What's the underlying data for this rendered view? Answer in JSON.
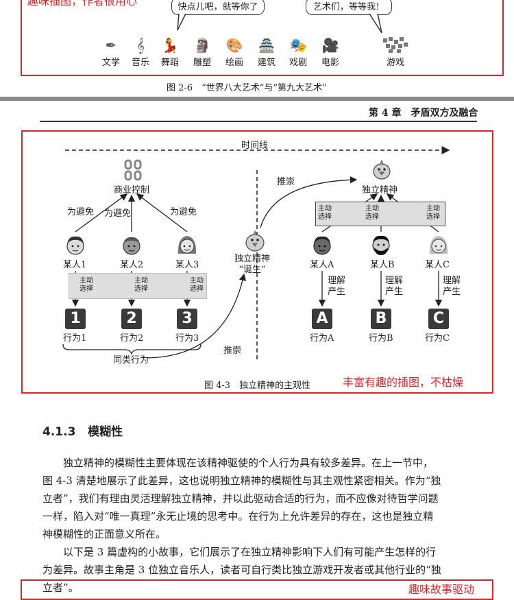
{
  "fig26": {
    "top_note": "趣味插图，作者很用心",
    "bubble_left": "快点儿吧，就等你了",
    "bubble_right": "艺术们，等等我！",
    "arts": [
      "文学",
      "音乐",
      "舞蹈",
      "雕塑",
      "绘画",
      "建筑",
      "戏剧",
      "电影"
    ],
    "game": "游戏",
    "caption": "图 2-6　“世界八大艺术”与“第九大艺术”"
  },
  "header": {
    "chapter": "第 4 章　矛盾双方及融合"
  },
  "fig43": {
    "timeline": "时间线",
    "commercial": "商业控制",
    "avoid": [
      "为避免",
      "为避免",
      "为避免"
    ],
    "persons_left": [
      "某人1",
      "某人2",
      "某人3"
    ],
    "active_choice": [
      "主动",
      "选择"
    ],
    "numbers": [
      "1",
      "2",
      "3"
    ],
    "actions_left": [
      "行为1",
      "行为2",
      "行为3"
    ],
    "same_kind": "同类行为",
    "promote": "推崇",
    "birth": [
      "独立精神",
      "“诞生”"
    ],
    "independent": "独立精神",
    "persons_right": [
      "某人A",
      "某人B",
      "某人C"
    ],
    "understand": [
      "理解",
      "产生"
    ],
    "letters": [
      "A",
      "B",
      "C"
    ],
    "actions_right": [
      "行为A",
      "行为B",
      "行为C"
    ],
    "caption": "图 4-3　独立精神的主观性",
    "note": "丰富有趣的插图，不枯燥"
  },
  "section": {
    "number": "4.1.3",
    "title": "模糊性"
  },
  "body": {
    "p1_lines": [
      "独立精神的模糊性主要体现在该精神驱使的个人行为具有较多差异。在上一节中，",
      "图 4-3 清楚地展示了此差异，这也说明独立精神的模糊性与其主观性紧密相关。作为“独",
      "立者”，我们有理由灵活理解独立精神，并以此驱动合适的行为，而不应像对待哲学问题",
      "一样，陷入对“唯一真理”永无止境的思考中。在行为上允许差异的存在，这也是独立精",
      "神模糊性的正面意义所在。"
    ],
    "p2_lines": [
      "以下是 3 篇虚构的小故事，它们展示了在独立精神影响下人们有可能产生怎样的行",
      "为差异。故事主角是 3 位独立音乐人，读者可自行类比独立游戏开发者或其他行业的“独",
      "立者”。"
    ],
    "bottom_note": "趣味故事驱动"
  },
  "colors": {
    "accent": "#d9262b",
    "ink": "#222222"
  }
}
